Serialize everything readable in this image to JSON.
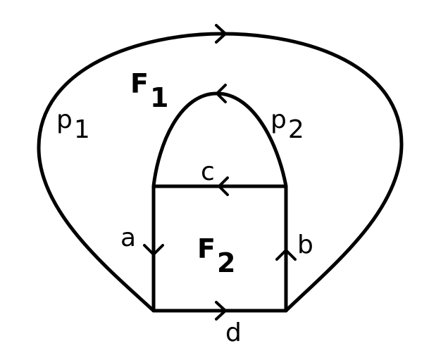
{
  "edges": {
    "p1": {
      "letter": "p",
      "subscript": "1"
    },
    "p2": {
      "letter": "p",
      "subscript": "2"
    },
    "a": {
      "label": "a"
    },
    "b": {
      "label": "b"
    },
    "c": {
      "label": "c"
    },
    "d": {
      "label": "d"
    }
  },
  "faces": {
    "f1": {
      "letter": "F",
      "subscript": "1"
    },
    "f2": {
      "letter": "F",
      "subscript": "2"
    }
  },
  "colors": {
    "stroke": "#000000",
    "background": "#ffffff"
  }
}
